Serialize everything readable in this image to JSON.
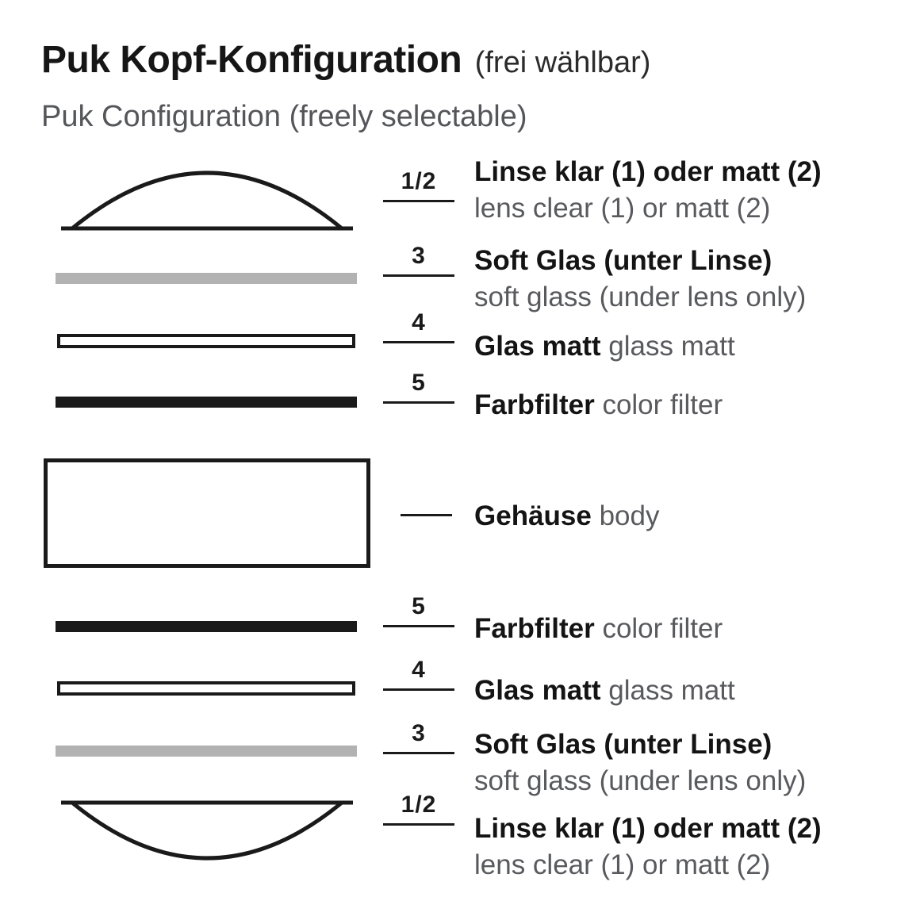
{
  "header": {
    "title": "Puk Kopf-Konfiguration",
    "title_note": "(frei wählbar)",
    "subtitle": "Puk Configuration (freely selectable)"
  },
  "parts": [
    {
      "num": "1/2",
      "de": "Linse klar (1) oder matt (2)",
      "en": "lens clear (1) or matt (2)"
    },
    {
      "num": "3",
      "de": "Soft Glas (unter Linse)",
      "en": "soft glass (under lens only)"
    },
    {
      "num": "4",
      "de": "Glas matt",
      "en": "glass matt"
    },
    {
      "num": "5",
      "de": "Farbfilter",
      "en": "color filter"
    },
    {
      "num": "",
      "de": "Gehäuse",
      "en": "body"
    },
    {
      "num": "5",
      "de": "Farbfilter",
      "en": "color filter"
    },
    {
      "num": "4",
      "de": "Glas matt",
      "en": "glass matt"
    },
    {
      "num": "3",
      "de": "Soft Glas (unter Linse)",
      "en": "soft glass (under lens only)"
    },
    {
      "num": "1/2",
      "de": "Linse klar (1) oder matt (2)",
      "en": "lens clear (1) or matt (2)"
    }
  ],
  "colors": {
    "ink": "#1a1a1a",
    "gray_text": "#595a5e",
    "soft_glass_gray": "#b2b2b2"
  }
}
